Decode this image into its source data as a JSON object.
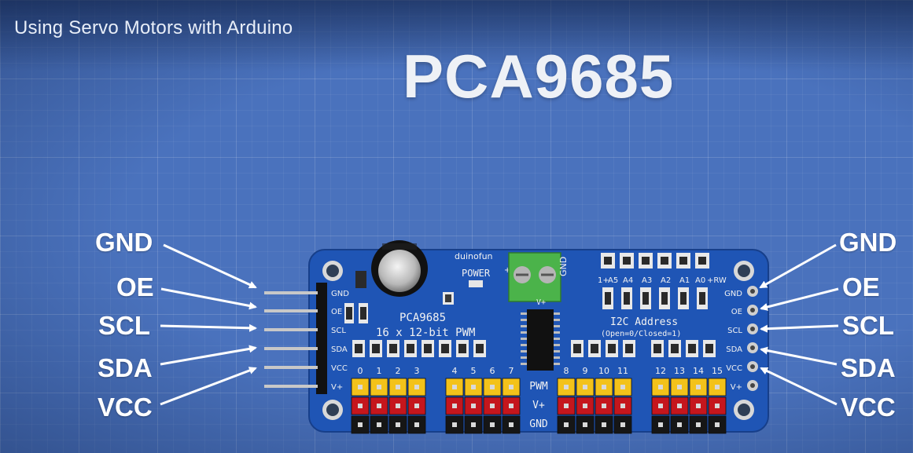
{
  "video": {
    "title": "Using Servo Motors with Arduino"
  },
  "heading": "PCA9685",
  "left_labels": [
    "GND",
    "OE",
    "SCL",
    "SDA",
    "VCC"
  ],
  "right_labels": [
    "GND",
    "OE",
    "SCL",
    "SDA",
    "VCC"
  ],
  "board": {
    "brand": "duinofun",
    "chip_name": "PCA9685",
    "pwm_text": "16 x 12-bit PWM",
    "power_label": "POWER",
    "v_plus": "V+",
    "terminal_labels": [
      "+",
      "GND"
    ],
    "address_title": "I2C Address",
    "address_note": "(Open=0/Closed=1)",
    "address_pins": [
      "1+",
      "A5",
      "A4",
      "A3",
      "A2",
      "A1",
      "A0",
      "+RW"
    ],
    "header_pins": [
      "GND",
      "OE",
      "SCL",
      "SDA",
      "VCC",
      "V+"
    ],
    "channels": [
      "0",
      "1",
      "2",
      "3",
      "4",
      "5",
      "6",
      "7",
      "8",
      "9",
      "10",
      "11",
      "12",
      "13",
      "14",
      "15"
    ],
    "row_labels": [
      "PWM",
      "V+",
      "GND"
    ]
  },
  "colors": {
    "background": "#4a72bd",
    "board": "#1f55b5",
    "pin_yellow": "#f3c21a",
    "pin_red": "#c5161d",
    "pin_black": "#161616",
    "terminal": "#4bb34a"
  }
}
